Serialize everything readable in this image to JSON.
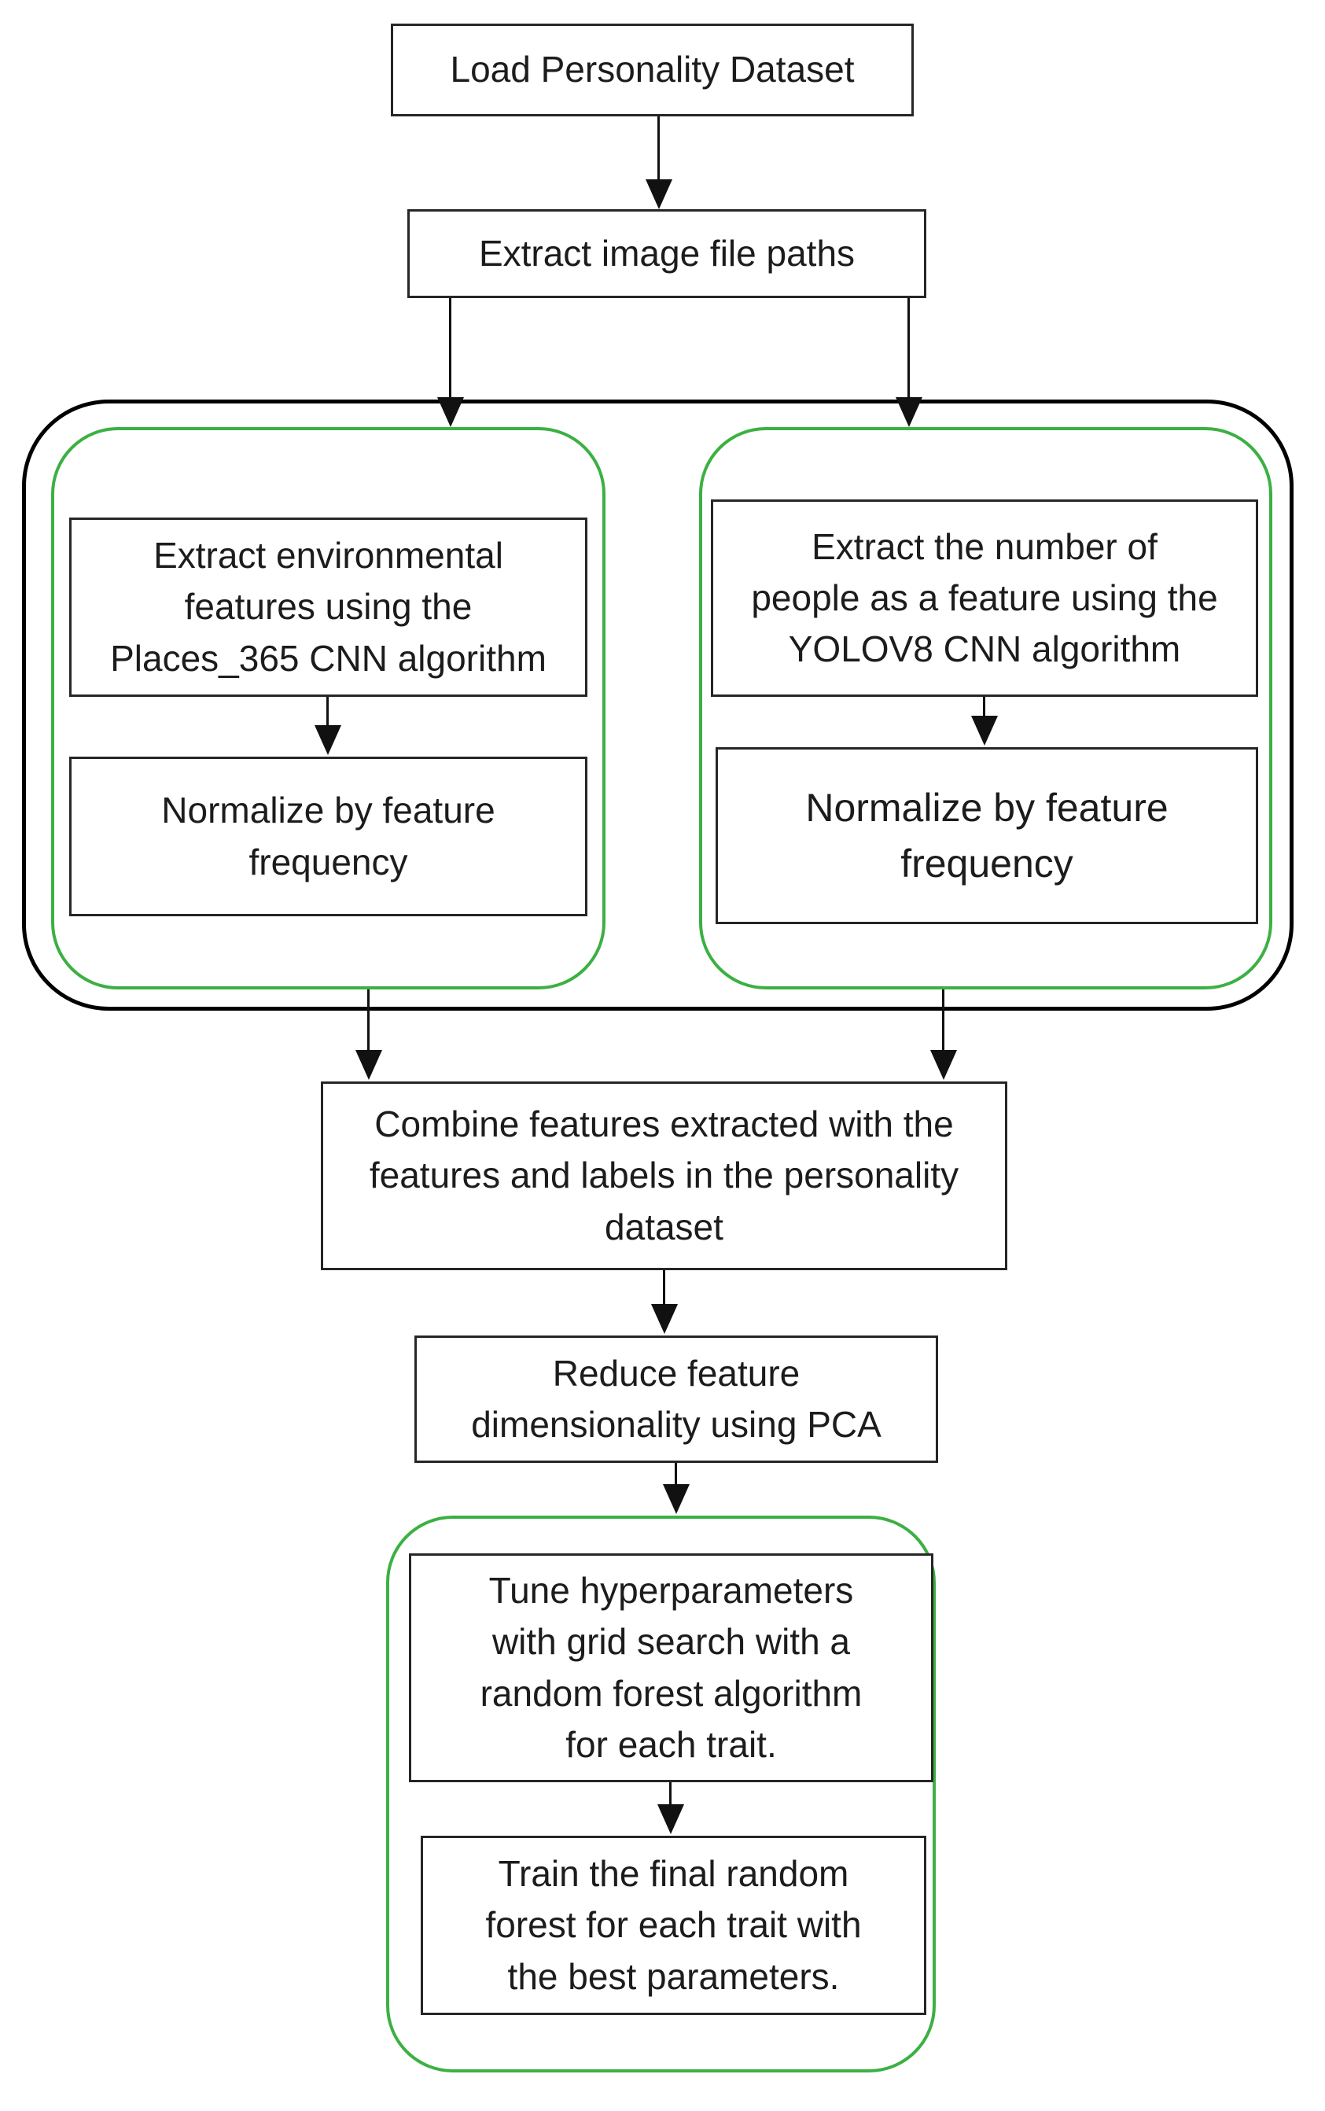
{
  "diagram": {
    "type": "flowchart",
    "colors": {
      "group_highlight_green": "#3cb043",
      "box_border": "#262626",
      "outer_group_border": "#000000",
      "arrow": "#111111",
      "background": "#ffffff"
    },
    "nodes": {
      "load": {
        "label": "Load Personality Dataset"
      },
      "extract_paths": {
        "label": "Extract image file paths"
      },
      "extract_env": {
        "label": "Extract environmental\nfeatures using the\nPlaces_365 CNN algorithm"
      },
      "normalize_env": {
        "label": "Normalize by feature\nfrequency"
      },
      "extract_people": {
        "label": "Extract the number of\npeople as a feature using the\nYOLOV8 CNN algorithm"
      },
      "normalize_people": {
        "label": "Normalize by feature\nfrequency"
      },
      "combine": {
        "label": "Combine features extracted with the\nfeatures and labels in the personality\ndataset"
      },
      "pca": {
        "label": "Reduce feature\ndimensionality using PCA"
      },
      "tune": {
        "label": "Tune hyperparameters\nwith grid search with a\nrandom forest algorithm\nfor each trait."
      },
      "train": {
        "label": "Train the final random\nforest for each trait with\nthe best parameters."
      }
    },
    "groups": {
      "feature_extraction_outer": {
        "style": "black rounded rectangle",
        "contains": [
          "places_branch",
          "yolo_branch"
        ]
      },
      "places_branch": {
        "style": "green rounded rectangle",
        "contains": [
          "extract_env",
          "normalize_env"
        ]
      },
      "yolo_branch": {
        "style": "green rounded rectangle",
        "contains": [
          "extract_people",
          "normalize_people"
        ]
      },
      "training_group": {
        "style": "green rounded rectangle",
        "contains": [
          "tune",
          "train"
        ]
      }
    },
    "edges": [
      {
        "from": "load",
        "to": "extract_paths"
      },
      {
        "from": "extract_paths",
        "to": "extract_env"
      },
      {
        "from": "extract_paths",
        "to": "extract_people"
      },
      {
        "from": "extract_env",
        "to": "normalize_env"
      },
      {
        "from": "extract_people",
        "to": "normalize_people"
      },
      {
        "from": "normalize_env",
        "to": "combine"
      },
      {
        "from": "normalize_people",
        "to": "combine"
      },
      {
        "from": "combine",
        "to": "pca"
      },
      {
        "from": "pca",
        "to": "tune"
      },
      {
        "from": "tune",
        "to": "train"
      }
    ]
  }
}
